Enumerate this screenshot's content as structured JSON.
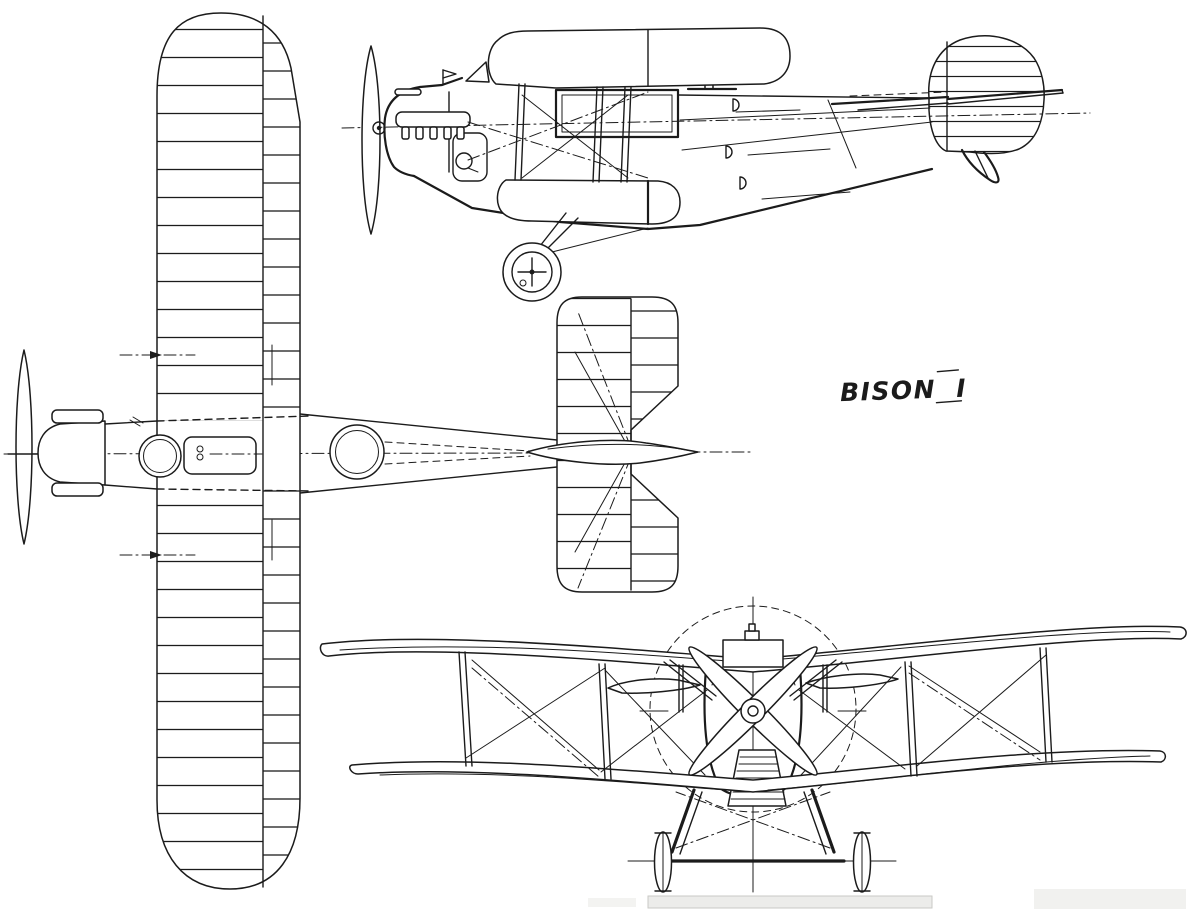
{
  "page": {
    "background": "#ffffff",
    "ink_color": "#1b1b1b",
    "shadow_color": "#ececea",
    "label": {
      "text": "BISON",
      "mark": "I"
    },
    "drawing": {
      "subject": "BISON I",
      "kind": "aircraft three-view line drawing",
      "views": {
        "side": "side-view",
        "plan": "plan-view",
        "front": "front-view"
      }
    }
  }
}
